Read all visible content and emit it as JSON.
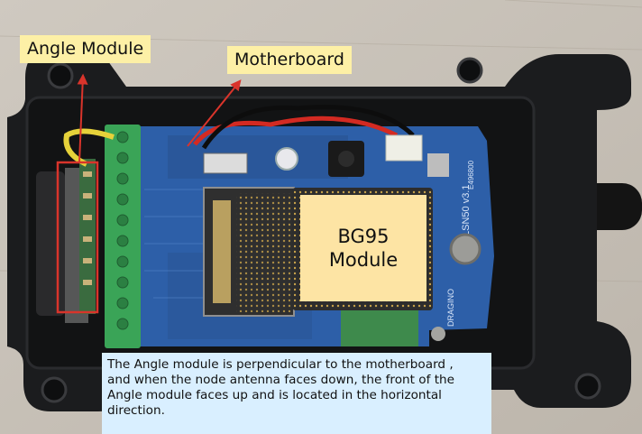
{
  "callouts": {
    "angle_module": "Angle Module",
    "motherboard": "Motherboard"
  },
  "chip": {
    "line1": "BG95",
    "line2": "Module"
  },
  "note": {
    "line1": "The Angle module is perpendicular to the motherboard ,",
    "line2": "and when the node antenna faces down, the front of the",
    "line3": "Angle module faces up and is located in the horizontal",
    "line4": "direction."
  },
  "board_silkscreen": {
    "model": "LSN50 v3.1",
    "brand": "DRAGINO",
    "code": "E496800"
  },
  "colors": {
    "wood": "#c9c3ba",
    "enclosure": "#1b1c1e",
    "pcb": "#2d5fa8",
    "terminal_block": "#3aa457",
    "callout_fill": "#fdf0a6",
    "note_fill": "#d9efff",
    "arrow": "#d9342b"
  }
}
